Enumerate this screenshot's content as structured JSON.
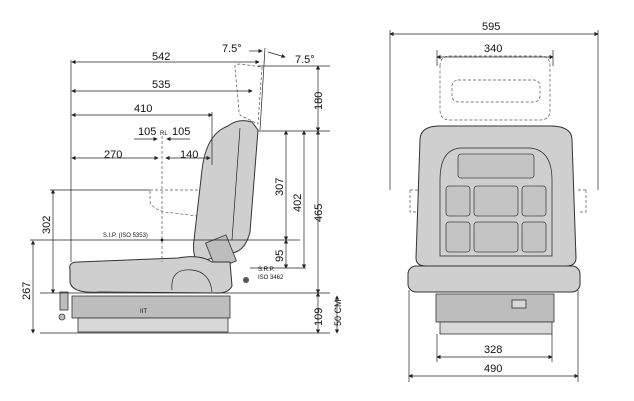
{
  "side_view": {
    "tilt_left": "7.5°",
    "tilt_right": "7.5°",
    "len_542": "542",
    "len_535": "535",
    "len_410": "410",
    "adj_fwd": "105",
    "rl_label": "RL",
    "adj_back": "105",
    "len_270": "270",
    "len_140": "140",
    "h_302": "302",
    "sip_label": "S.I.P. (ISO 5353)",
    "h_307": "307",
    "h_402": "402",
    "h_465": "465",
    "h_180": "180",
    "h_95": "95",
    "srp_label": "S.R.P.",
    "srp_iso": "ISO 3462",
    "h_267": "267",
    "h_109": "109",
    "stroke_50": "50 CM"
  },
  "front_view": {
    "w_595": "595",
    "w_340": "340",
    "w_328": "328",
    "w_490": "490"
  }
}
